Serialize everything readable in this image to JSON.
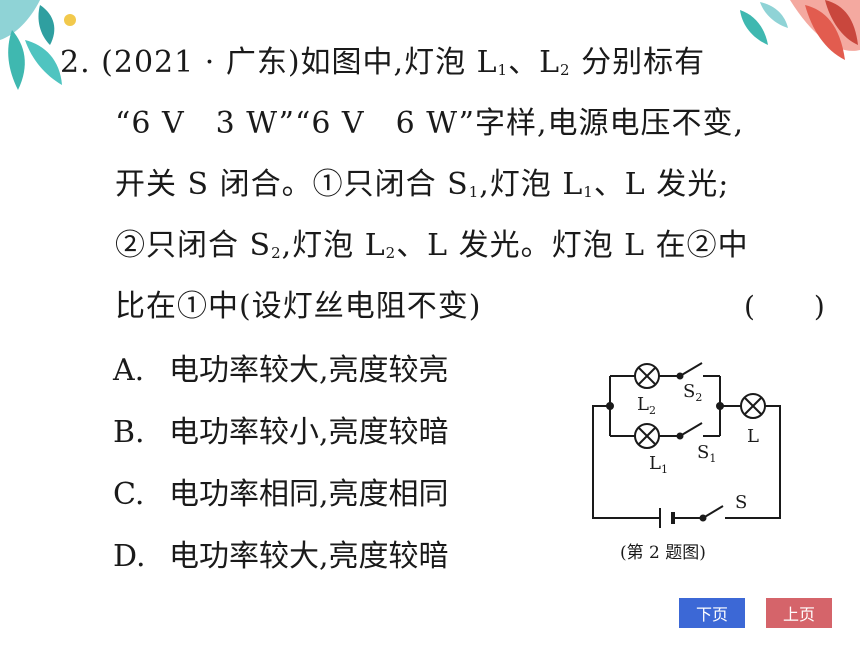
{
  "question": {
    "number": "2.",
    "source": "(2021 · 广东)",
    "line1_text": "如图中,灯泡 L",
    "line1_sub1": "1",
    "line1_sep": "、L",
    "line1_sub2": "2",
    "line1_tail": " 分别标有",
    "line2": "“6 V　3 W”“6 V　6 W”字样,电源电压不变,",
    "line3_a": "开关 S 闭合。①只闭合 S",
    "line3_sub": "1",
    "line3_b": ",灯泡 L",
    "line3_sub2": "1",
    "line3_c": "、L 发光;",
    "line4_a": "②只闭合 S",
    "line4_sub": "2",
    "line4_b": ",灯泡 L",
    "line4_sub2": "2",
    "line4_c": "、L 发光。灯泡 L 在②中",
    "line5": "比在①中(设灯丝电阻不变)",
    "answer_paren": "(　　)"
  },
  "options": [
    {
      "letter": "A.",
      "text": "电功率较大,亮度较亮"
    },
    {
      "letter": "B.",
      "text": "电功率较小,亮度较暗"
    },
    {
      "letter": "C.",
      "text": "电功率相同,亮度相同"
    },
    {
      "letter": "D.",
      "text": "电功率较大,亮度较暗"
    }
  ],
  "figure": {
    "caption": "(第 2 题图)",
    "labels": {
      "L2": "L",
      "L2_sub": "2",
      "S2": "S",
      "S2_sub": "2",
      "L1": "L",
      "L1_sub": "1",
      "S1": "S",
      "S1_sub": "1",
      "L": "L",
      "S": "S"
    }
  },
  "nav": {
    "prev": "下页",
    "next": "上页"
  },
  "colors": {
    "prev_button": "#3c68d6",
    "next_button": "#d5646a",
    "leaf_teal": "#3fb8b0",
    "leaf_red": "#e25c4f"
  }
}
